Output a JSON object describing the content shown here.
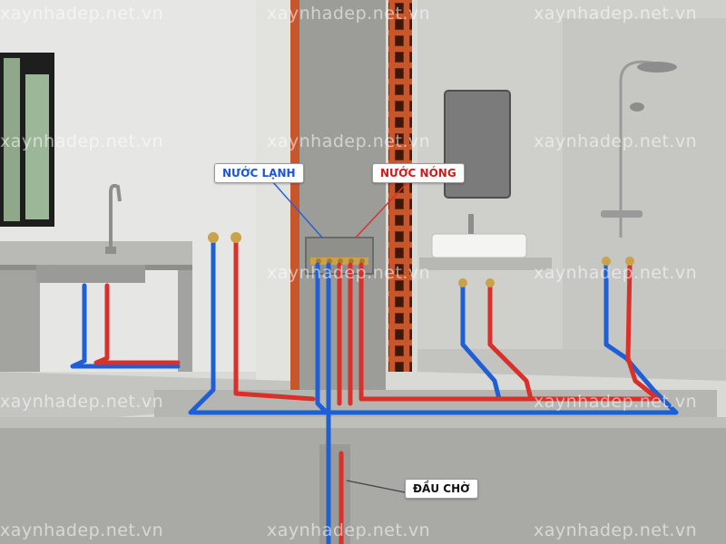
{
  "labels": {
    "cold_water": "NƯỚC LẠNH",
    "hot_water": "NƯỚC NÓNG",
    "stub_out": "ĐẦU CHỜ"
  },
  "watermark": "xaynhadep.net.vn",
  "colors": {
    "cold": "#1f5fd6",
    "hot": "#d9302a",
    "cold_text": "#1a56d6",
    "hot_text": "#d21a1a",
    "brick": "#c8562b",
    "concrete": "#a9a9a6",
    "brass": "#c9a24a"
  }
}
